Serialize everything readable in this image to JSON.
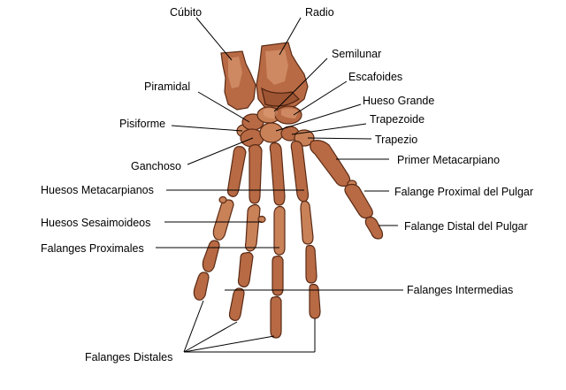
{
  "diagram": {
    "colors": {
      "bone": "#b86a44",
      "bone_light": "#c98158",
      "bone_dark": "#9e5533",
      "outline": "#5a2a14",
      "leader": "#000000",
      "background": "#ffffff"
    },
    "labels": {
      "cubito": "Cúbito",
      "radio": "Radio",
      "semilunar": "Semilunar",
      "escafoides": "Escafoides",
      "piramidal": "Piramidal",
      "hueso_grande": "Hueso Grande",
      "trapezoide": "Trapezoide",
      "pisiforme": "Pisiforme",
      "trapezio": "Trapezio",
      "ganchoso": "Ganchoso",
      "primer_metacarpiano": "Primer Metacarpiano",
      "huesos_metacarpianos": "Huesos Metacarpianos",
      "falange_proximal_pulgar": "Falange Proximal del Pulgar",
      "huesos_sesamoideos": "Huesos Sesaimoideos",
      "falange_distal_pulgar": "Falange Distal del Pulgar",
      "falanges_proximales": "Falanges Proximales",
      "falanges_intermedias": "Falanges Intermedias",
      "falanges_distales": "Falanges Distales"
    }
  }
}
